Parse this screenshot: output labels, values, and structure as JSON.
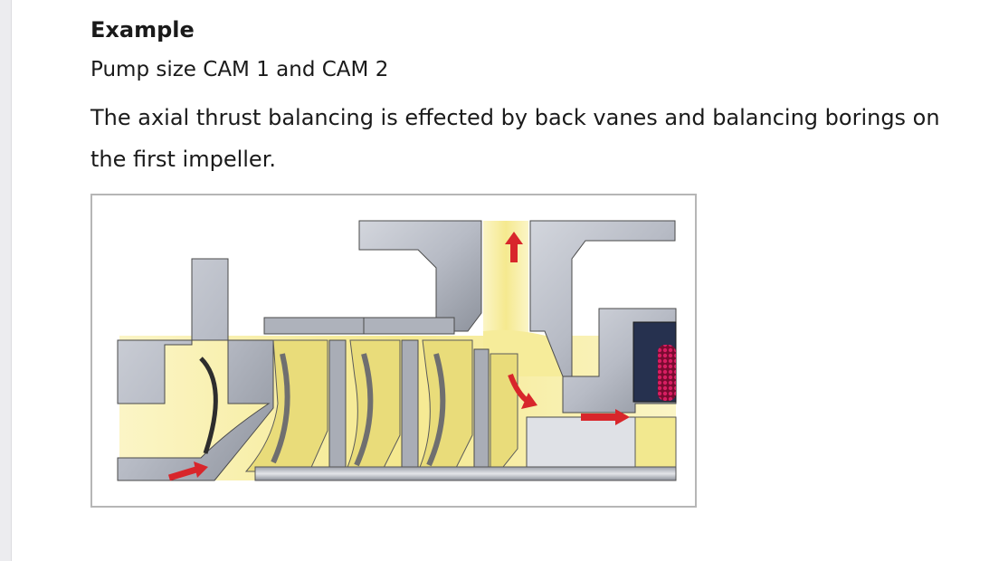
{
  "document": {
    "heading": "Example",
    "subheading": "Pump size CAM 1 and CAM 2",
    "body": "The axial thrust balancing is effected by back vanes and balancing borings on the first impeller."
  },
  "figure": {
    "subject": "pump-cross-section",
    "colors": {
      "metal": "#b9bdc6",
      "metal_dark": "#7d828c",
      "fluid": "#f6ec9a",
      "fluid_light": "#fbf6cf",
      "arrow": "#d8262b",
      "bearing": "#c9155a",
      "outline": "#3a3a3a"
    }
  }
}
